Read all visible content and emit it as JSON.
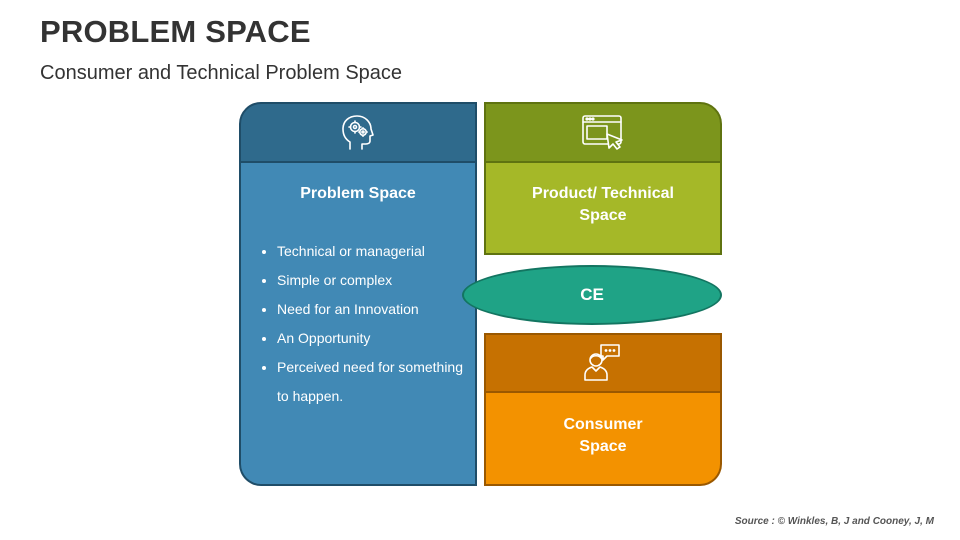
{
  "header": {
    "title": "PROBLEM SPACE",
    "subtitle": "Consumer and Technical Problem Space"
  },
  "problem_space": {
    "title": "Problem Space",
    "icon": "head-gears-icon",
    "items": [
      "Technical or managerial",
      "Simple or complex",
      "Need for an Innovation",
      "An Opportunity",
      "Perceived need for something to happen."
    ]
  },
  "technical_space": {
    "title": "Product/ Technical Space",
    "icon": "browser-cursor-icon"
  },
  "ce": {
    "label": "CE"
  },
  "consumer_space": {
    "title": "Consumer Space",
    "icon": "person-speech-icon"
  },
  "colors": {
    "problem_header": "#2f6a8c",
    "problem_body": "#4189b5",
    "technical_header": "#7c951c",
    "technical_body": "#a5b828",
    "ce": "#1fa386",
    "consumer_header": "#c67101",
    "consumer_body": "#f39200"
  },
  "footer": {
    "source": "Source : © Winkles, B, J and Cooney, J, M"
  }
}
